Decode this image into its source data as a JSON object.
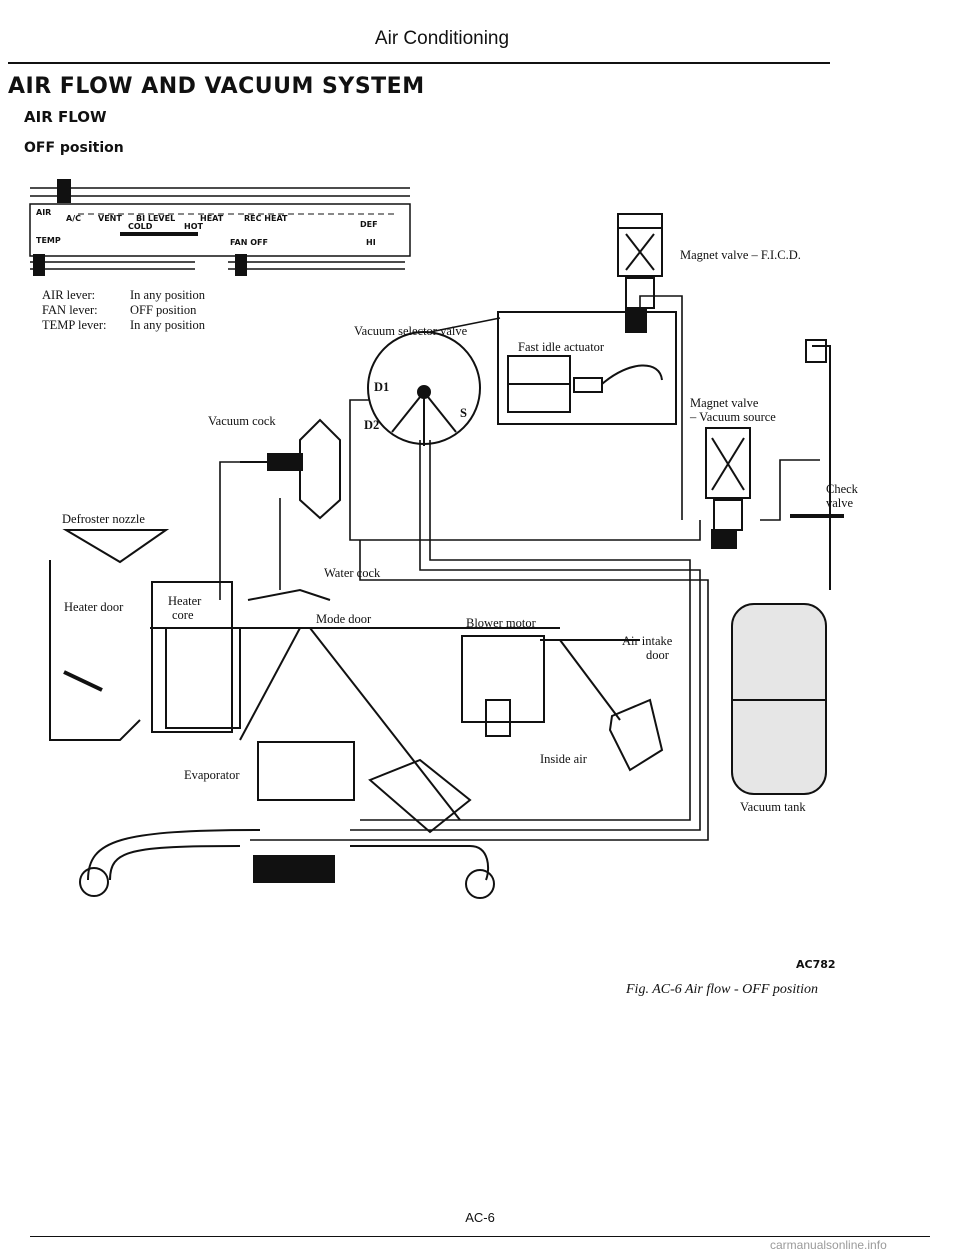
{
  "header": {
    "section_title": "Air Conditioning"
  },
  "headings": {
    "title": "AIR FLOW AND VACUUM SYSTEM",
    "subtitle": "AIR FLOW",
    "subsubtitle": "OFF position"
  },
  "control_panel": {
    "air_label": "AIR",
    "air_positions": [
      "A/C",
      "VENT",
      "BI LEVEL",
      "HEAT",
      "REC HEAT",
      "DEF"
    ],
    "temp_label": "TEMP",
    "temp_cold": "COLD",
    "temp_hot": "HOT",
    "fan_off": "FAN OFF",
    "fan_hi": "HI"
  },
  "lever_settings": [
    {
      "lever": "AIR lever:",
      "position": "In any position"
    },
    {
      "lever": "FAN lever:",
      "position": "OFF position"
    },
    {
      "lever": "TEMP lever:",
      "position": "In any position"
    }
  ],
  "labels": {
    "magnet_valve_ficd": "Magnet valve – F.I.C.D.",
    "vacuum_selector_valve": "Vacuum selector valve",
    "fast_idle_actuator": "Fast idle actuator",
    "magnet_valve_vacuum_source_1": "Magnet valve",
    "magnet_valve_vacuum_source_2": "– Vacuum source",
    "vacuum_cock": "Vacuum cock",
    "check_valve_1": "Check",
    "check_valve_2": "valve",
    "defroster_nozzle": "Defroster nozzle",
    "water_cock": "Water cock",
    "heater_door": "Heater door",
    "heater_core_1": "Heater",
    "heater_core_2": "core",
    "mode_door": "Mode door",
    "blower_motor": "Blower motor",
    "air_intake_door_1": "Air intake",
    "air_intake_door_2": "door",
    "inside_air": "Inside air",
    "evaporator": "Evaporator",
    "vacuum_tank": "Vacuum tank",
    "selector_port_d1": "D1",
    "selector_port_d2": "D2",
    "selector_port_s": "S"
  },
  "figure": {
    "code": "AC782",
    "caption": "Fig. AC-6 Air flow - OFF position"
  },
  "footer": {
    "page_number": "AC-6",
    "watermark": "carmanualsonline.info"
  }
}
